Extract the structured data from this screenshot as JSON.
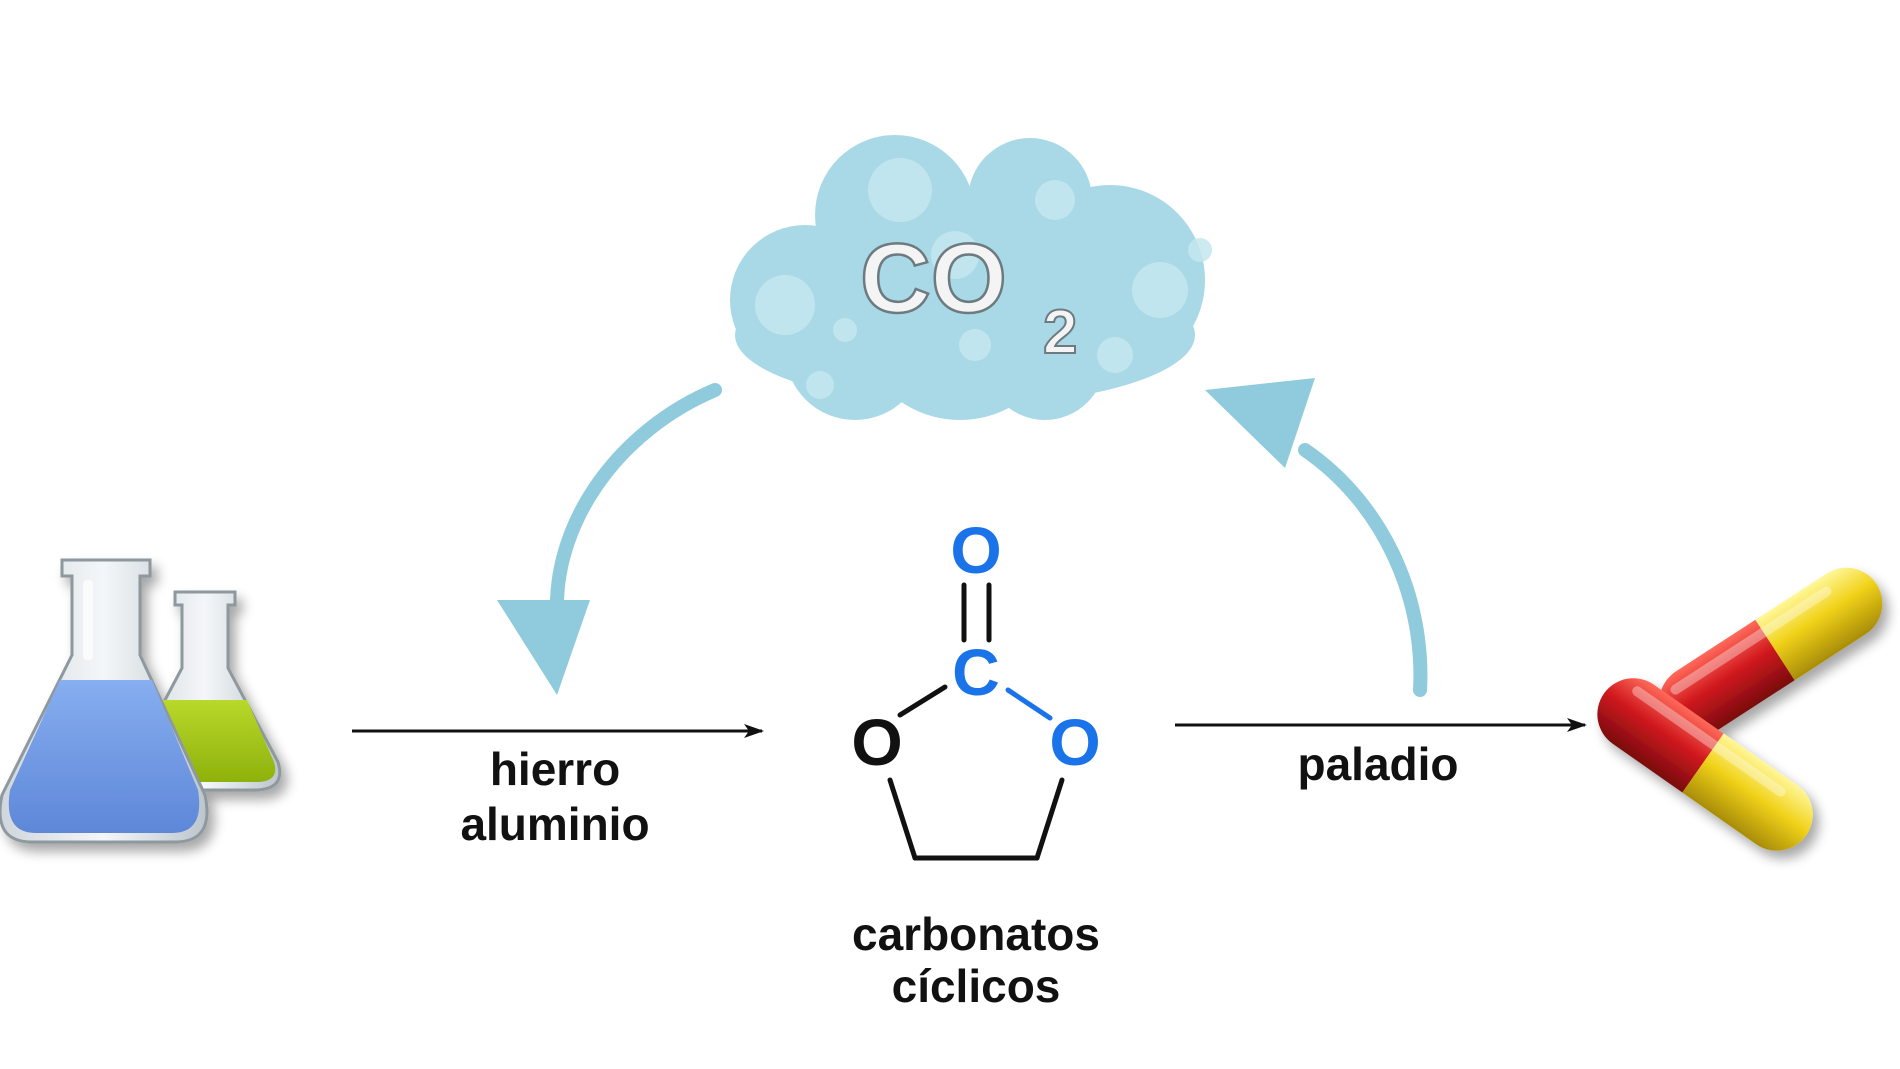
{
  "diagram": {
    "cloud": {
      "formula_main": "CO",
      "formula_sub": "2"
    },
    "left_step": {
      "line1": "hierro",
      "line2": "aluminio"
    },
    "right_step": {
      "label": "paladio"
    },
    "molecule": {
      "atom_o_top": "O",
      "atom_c": "C",
      "atom_o_left": "O",
      "atom_o_right": "O",
      "caption_line1": "carbonatos",
      "caption_line2": "cíclicos"
    }
  },
  "colors": {
    "cloud": "#a9d9e6",
    "cloud_bubble": "#c4e6ef",
    "cycle_arrow": "#8fcbdc",
    "heteroatom_blue": "#1a73e8",
    "flask_blue_liquid": "#6f9be8",
    "flask_green_liquid": "#a3c614",
    "capsule_red": "#c8151b",
    "capsule_yellow": "#f2d81a"
  }
}
